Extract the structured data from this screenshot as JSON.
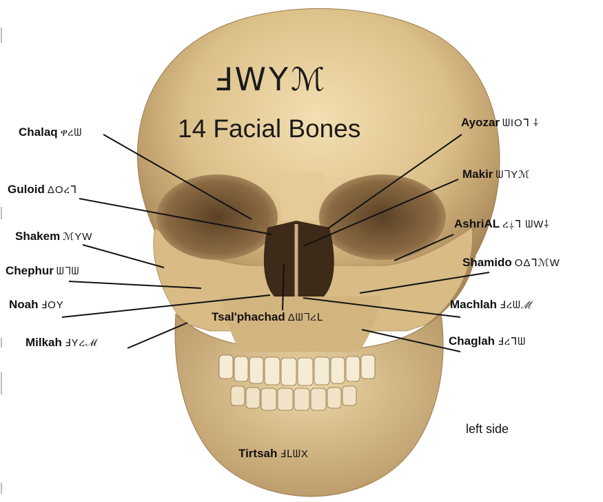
{
  "title": {
    "script": "ℲWYℳ",
    "main": "14 Facial Bones"
  },
  "labels": [
    {
      "name": "Chalaq",
      "script": "ዋረᗯ"
    },
    {
      "name": "Guloid",
      "script": "ΔOረᒣ"
    },
    {
      "name": "Shakem",
      "script": "ℳYW"
    },
    {
      "name": "Chephur",
      "script": "ᗯᒣᗯ"
    },
    {
      "name": "Noah",
      "script": "ℲOY"
    },
    {
      "name": "Milkah",
      "script": "ℲYረℳ"
    },
    {
      "name": "Tsal'phachad",
      "script": "ΔᗯᒣረԼ"
    },
    {
      "name": "Ayozar",
      "script": "ᗯIOᒣ ⸸"
    },
    {
      "name": "Makir",
      "script": "ᗯᒣYℳ"
    },
    {
      "name": "AshriAL",
      "script": "ረ⸸ᒣ ᗯW⸸"
    },
    {
      "name": "Shamido",
      "script": "OΔᒣℳW"
    },
    {
      "name": "Machlah",
      "script": "Ⅎረᗯℳ"
    },
    {
      "name": "Chaglah",
      "script": "Ⅎረᒣᗯ"
    },
    {
      "name": "Tirtsah",
      "script": "ℲԼᗯX"
    }
  ],
  "note": "left side"
}
